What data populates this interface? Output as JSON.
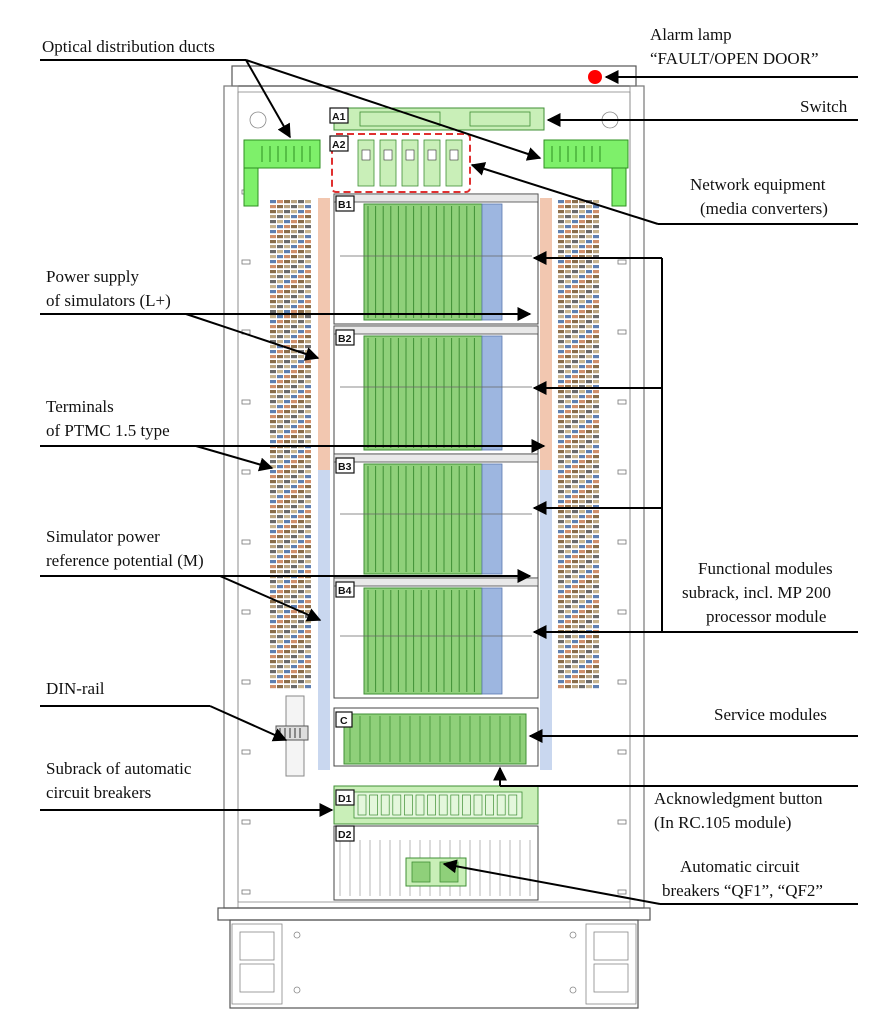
{
  "labels": {
    "optical_ducts": "Optical distribution ducts",
    "alarm_lamp_1": "Alarm lamp",
    "alarm_lamp_2": "“FAULT/OPEN DOOR”",
    "switch": "Switch",
    "network_1": "Network equipment",
    "network_2": "(media converters)",
    "power_supply_1": "Power supply",
    "power_supply_2": "of simulators (L+)",
    "terminals_1": "Terminals",
    "terminals_2": "of PTMC 1.5 type",
    "ref_potential_1": "Simulator power",
    "ref_potential_2": "reference potential (M)",
    "functional_1": "Functional modules",
    "functional_2": "subrack, incl. MP 200",
    "functional_3": "processor module",
    "din_rail": "DIN-rail",
    "service_modules": "Service modules",
    "breaker_subrack_1": "Subrack of automatic",
    "breaker_subrack_2": "circuit breakers",
    "ack_1": "Acknowledgment button",
    "ack_2": "(In RC.105 module)",
    "qf_1": "Automatic circuit",
    "qf_2": "breakers “QF1”, “QF2”"
  },
  "tags": {
    "a1": "A1",
    "a2": "A2",
    "b1": "B1",
    "b2": "B2",
    "b3": "B3",
    "b4": "B4",
    "c": "C",
    "d1": "D1",
    "d2": "D2"
  },
  "colors": {
    "module_green": "#8fd07a",
    "module_green_dark": "#3f8f35",
    "duct_green": "#7ef06a",
    "blue_strip": "#9db6e0",
    "salmon_strip": "#f2c7b0",
    "alarm_red": "#ff0000",
    "a2_frame": "#e03030"
  }
}
